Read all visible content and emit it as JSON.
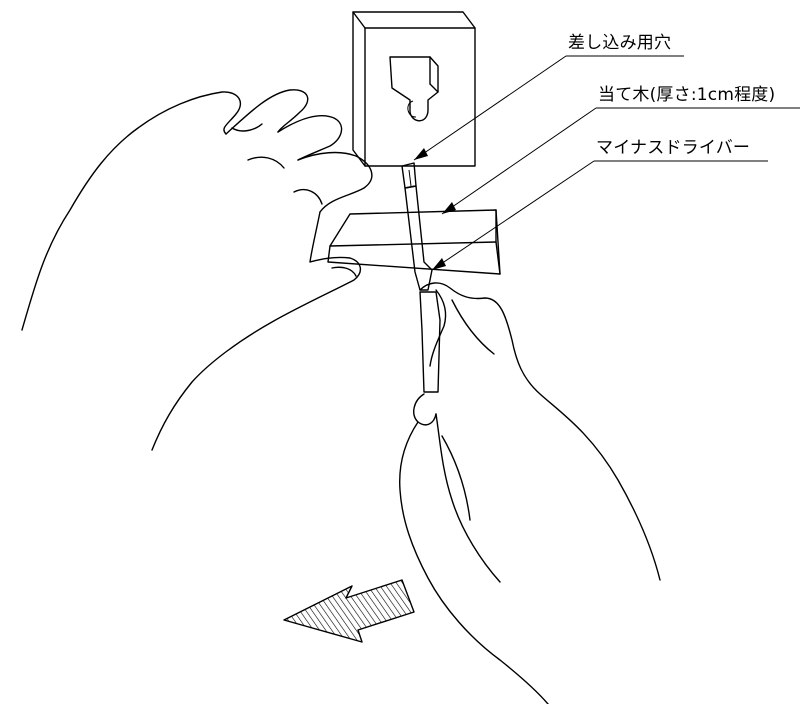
{
  "labels": {
    "insertion_hole": "差し込み用穴",
    "wood_block": "当て木(厚さ:1cm程度)",
    "screwdriver": "マイナスドライバー"
  }
}
